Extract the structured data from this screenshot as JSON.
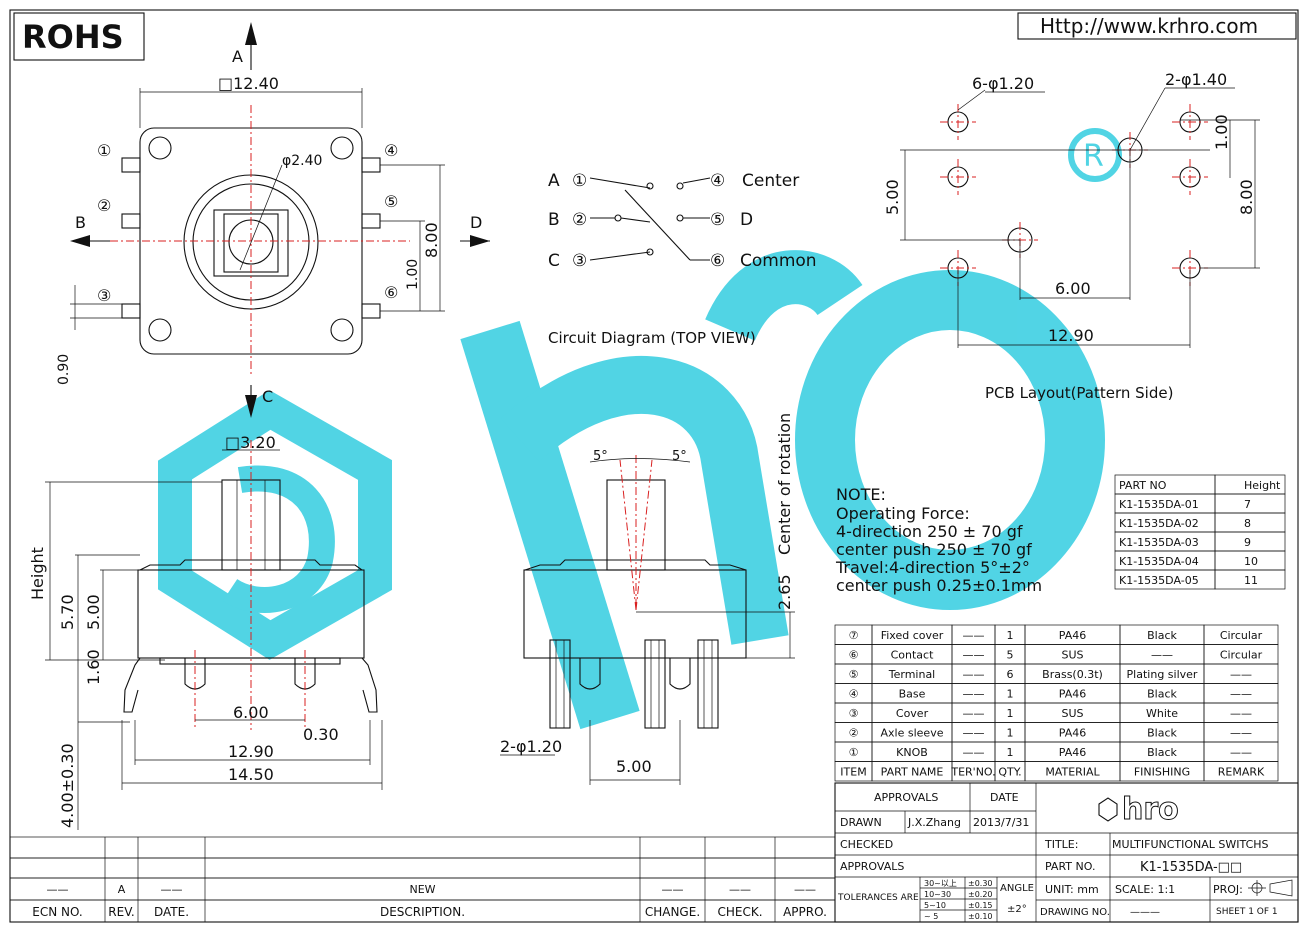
{
  "header": {
    "rohs": "ROHS",
    "url": "Http://www.krhro.com"
  },
  "top_view": {
    "size_label": "□12.40",
    "knob_label": "φ2.40",
    "dir_a": "A",
    "dir_b": "B",
    "dir_c": "C",
    "dir_d": "D",
    "pin1": "①",
    "pin2": "②",
    "pin3": "③",
    "pin4": "④",
    "pin5": "⑤",
    "pin6": "⑥",
    "dim_800": "8.00",
    "dim_100": "1.00",
    "dim_090": "0.90"
  },
  "circuit": {
    "title": "Circuit Diagram (TOP VIEW)",
    "a": "A",
    "b": "B",
    "c": "C",
    "p1": "①",
    "p2": "②",
    "p3": "③",
    "p4": "④",
    "p5": "⑤",
    "p6": "⑥",
    "center": "Center",
    "d": "D",
    "common": "Common"
  },
  "pcb": {
    "title": "PCB Layout(Pattern Side)",
    "hole6": "6-φ1.20",
    "hole2": "2-φ1.40",
    "d100": "1.00",
    "d500": "5.00",
    "d800": "8.00",
    "d600": "6.00",
    "d1290": "12.90"
  },
  "side_view": {
    "stem": "□3.20",
    "height": "Height",
    "d570": "5.70",
    "d500": "5.00",
    "d160": "1.60",
    "d400": "4.00±0.30",
    "d600": "6.00",
    "d030": "0.30",
    "d1290": "12.90",
    "d1450": "14.50"
  },
  "front_view": {
    "ang1": "5°",
    "ang2": "5°",
    "rot": "Center of rotation",
    "d265": "2.65",
    "hole": "2-φ1.20",
    "d500": "5.00"
  },
  "note": {
    "title": "NOTE:",
    "lines": [
      "Operating Force:",
      "4-direction 250 ± 70 gf",
      "center push 250 ± 70 gf",
      "Travel:4-direction 5°±2°",
      "center push 0.25±0.1mm"
    ]
  },
  "parts_table": {
    "headers": [
      "PART NO",
      "Height"
    ],
    "rows": [
      [
        "K1-1535DA-01",
        "7"
      ],
      [
        "K1-1535DA-02",
        "8"
      ],
      [
        "K1-1535DA-03",
        "9"
      ],
      [
        "K1-1535DA-04",
        "10"
      ],
      [
        "K1-1535DA-05",
        "11"
      ]
    ]
  },
  "bom": {
    "headers": [
      "ITEM",
      "PART NAME",
      "TER'NO.",
      "QTY.",
      "MATERIAL",
      "FINISHING",
      "REMARK"
    ],
    "rows": [
      [
        "⑦",
        "Fixed cover",
        "——",
        "1",
        "PA46",
        "Black",
        "Circular"
      ],
      [
        "⑥",
        "Contact",
        "——",
        "5",
        "SUS",
        "——",
        "Circular"
      ],
      [
        "⑤",
        "Terminal",
        "——",
        "6",
        "Brass(0.3t)",
        "Plating silver",
        "——"
      ],
      [
        "④",
        "Base",
        "——",
        "1",
        "PA46",
        "Black",
        "——"
      ],
      [
        "③",
        "Cover",
        "——",
        "1",
        "SUS",
        "White",
        "——"
      ],
      [
        "②",
        "Axle sleeve",
        "——",
        "1",
        "PA46",
        "Black",
        "——"
      ],
      [
        "①",
        "KNOB",
        "——",
        "1",
        "PA46",
        "Black",
        "——"
      ]
    ]
  },
  "title_block": {
    "approvals": "APPROVALS",
    "date": "DATE",
    "drawn": "DRAWN",
    "drawn_by": "J.X.Zhang",
    "drawn_date": "2013/7/31",
    "checked": "CHECKED",
    "approvals2": "APPROVALS",
    "title_label": "TITLE:",
    "title": "MULTIFUNCTIONAL SWITCHS",
    "partno_label": "PART NO.",
    "partno": "K1-1535DA-□□",
    "tol_label": "TOLERANCES ARE",
    "tol": [
      [
        "30~以上",
        "±0.30"
      ],
      [
        "10~30",
        "±0.20"
      ],
      [
        "5~10",
        "±0.15"
      ],
      [
        "~ 5",
        "±0.10"
      ]
    ],
    "angle": "ANGLE",
    "angle_tol": "±2°",
    "unit": "UNIT: mm",
    "scale": "SCALE:  1:1",
    "proj": "PROJ:",
    "drawing_no": "DRAWING NO.",
    "drawing_no_val": "———",
    "sheet": "SHEET  1 OF 1",
    "logo": "hro"
  },
  "revision": {
    "headers": [
      "ECN NO.",
      "REV.",
      "DATE.",
      "DESCRIPTION.",
      "CHANGE.",
      "CHECK.",
      "APPRO."
    ],
    "row": [
      "——",
      "A",
      "——",
      "NEW",
      "——",
      "——",
      "——"
    ]
  },
  "watermark": {
    "text": "hro",
    "color": "#29c8e0"
  }
}
